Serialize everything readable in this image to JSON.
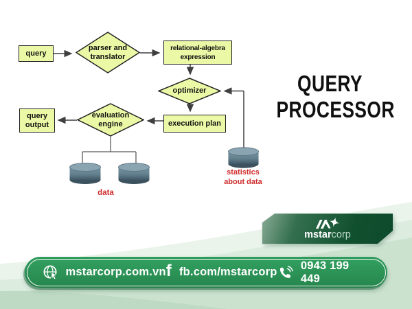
{
  "title": {
    "line1": "QUERY",
    "line2": "PROCESSOR"
  },
  "flowchart": {
    "query": {
      "label": "query"
    },
    "parser": {
      "line1": "parser and",
      "line2": "translator"
    },
    "relalg": {
      "line1": "relational-algebra",
      "line2": "expression"
    },
    "optimizer": {
      "label": "optimizer"
    },
    "execplan": {
      "label": "execution plan"
    },
    "evaluation": {
      "line1": "evaluation",
      "line2": "engine"
    },
    "queryout": {
      "line1": "query",
      "line2": "output"
    },
    "data_label": "data",
    "stats_label": {
      "line1": "statistics",
      "line2": "about data"
    }
  },
  "brand": {
    "logo_text_bold": "mstar",
    "logo_text_light": "corp"
  },
  "footer": {
    "website": "mstarcorp.com.vn",
    "facebook": "fb.com/mstarcorp",
    "facebook_glyph": "f",
    "phone": "0943 199 449"
  },
  "icons": {
    "website": "globe-cursor-icon",
    "facebook": "facebook-f-icon",
    "phone": "phone-waves-icon",
    "logo": "mstar-mountain-star-logo"
  },
  "colors": {
    "node_fill": "#ebf9a6",
    "node_border": "#222222",
    "connector": "#3f3f3f",
    "red_label": "#cf2b2b",
    "title_text": "#101010",
    "badge_green_dark": "#0d4a2c",
    "pill_green": "#2f9c5c",
    "wave_light": "#eaf4eb",
    "wave_mid": "#dcecdf",
    "wave_main": "#cbe2cf",
    "cylinder_gray_blue": "#64808e",
    "background": "#ffffff"
  }
}
